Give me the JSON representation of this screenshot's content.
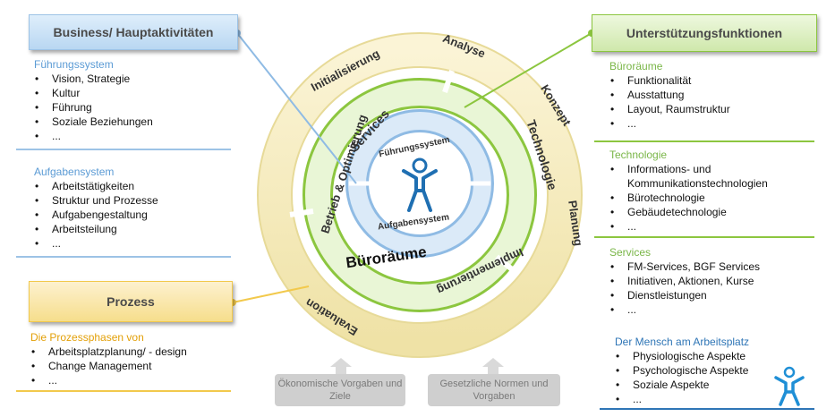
{
  "left": {
    "header": "Business/ Hauptaktivitäten",
    "fuehrung": {
      "title": "Führungssystem",
      "items": [
        "Vision, Strategie",
        "Kultur",
        "Führung",
        "Soziale Beziehungen",
        "..."
      ]
    },
    "aufgaben": {
      "title": "Aufgabensystem",
      "items": [
        "Arbeitstätigkeiten",
        "Struktur und Prozesse",
        "Aufgabengestaltung",
        "Arbeitsteilung",
        "..."
      ]
    },
    "prozess_header": "Prozess",
    "prozess": {
      "title": "Die Prozessphasen von",
      "items": [
        "Arbeitsplatzplanung/ - design",
        "Change Management",
        "..."
      ]
    }
  },
  "right": {
    "header": "Unterstützungsfunktionen",
    "bueroraeume": {
      "title": "Büroräume",
      "items": [
        "Funktionalität",
        "Ausstattung",
        "Layout, Raumstruktur",
        "..."
      ]
    },
    "technologie": {
      "title": "Technologie",
      "items": [
        "Informations- und",
        "Kommunikationstechnologien",
        "Bürotechnologie",
        "Gebäudetechnologie",
        "..."
      ]
    },
    "services": {
      "title": "Services",
      "items": [
        "FM-Services, BGF Services",
        "Initiativen, Aktionen, Kurse",
        "Dienstleistungen",
        "..."
      ]
    },
    "mensch": {
      "title": "Der Mensch am Arbeitsplatz",
      "items": [
        "Physiologische Aspekte",
        "Psychologische Aspekte",
        "Soziale Aspekte",
        "..."
      ]
    }
  },
  "circle": {
    "outer_ring": [
      "Initialisierung",
      "Analyse",
      "Konzept",
      "Planung",
      "Implementierung",
      "Evaluation",
      "Betrieb & Optimierung"
    ],
    "middle": {
      "services": "Services",
      "technologie": "Technologie",
      "bueroraeume": "Büroräume"
    },
    "inner": {
      "top": "Führungssystem",
      "bottom": "Aufgabensystem"
    }
  },
  "bottom": {
    "box1": "Ökonomische Vorgaben und Ziele",
    "box2": "Gesetzliche Normen und Vorgaben"
  },
  "colors": {
    "blue": "#9dc3e6",
    "green": "#8cc63f",
    "yellow": "#f2c94c",
    "navy": "#2e75b6"
  },
  "icons": [
    "person-icon"
  ]
}
